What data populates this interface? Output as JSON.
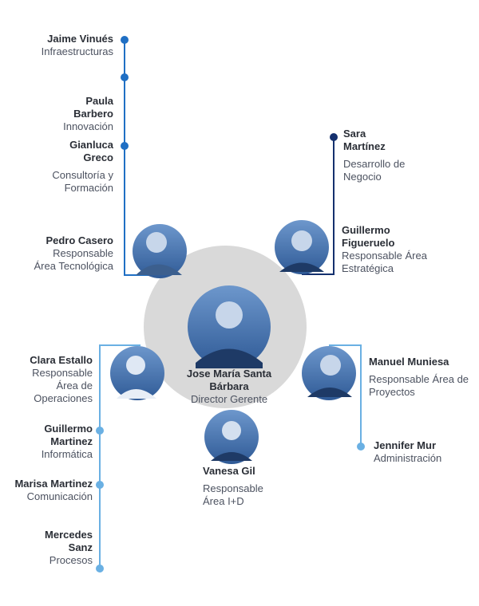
{
  "colors": {
    "blue": "#1f6fc4",
    "navy": "#14306e",
    "light_blue": "#6ab0e3",
    "circle_gray": "#d6d6d6",
    "photo_blue": "#4f7db8"
  },
  "people": {
    "jaime": {
      "name": "Jaime Vinués",
      "role": "Infraestructuras"
    },
    "paula": {
      "name": "Paula Barbero",
      "role": "Innovación"
    },
    "gianluca": {
      "name": "Gianluca Greco",
      "role": "Consultoría y Formación"
    },
    "pedro": {
      "name": "Pedro Casero",
      "role": "Responsable Área Tecnológica"
    },
    "sara": {
      "name": "Sara Martínez",
      "role": "Desarrollo de Negocio"
    },
    "guillermo_f": {
      "name": "Guillermo Figueruelo",
      "role": "Responsable Área Estratégica"
    },
    "jose": {
      "name": "Jose María Santa Bárbara",
      "role": "Director Gerente"
    },
    "clara": {
      "name": "Clara Estallo",
      "role": "Responsable Área de Operaciones"
    },
    "manuel": {
      "name": "Manuel Muniesa",
      "role": "Responsable Área de Proyectos"
    },
    "vanesa": {
      "name": "Vanesa Gil",
      "role": "Responsable Área I+D"
    },
    "jennifer": {
      "name": "Jennifer Mur",
      "role": "Administración"
    },
    "guillermo_m": {
      "name": "Guillermo Martinez",
      "role": "Informática"
    },
    "marisa": {
      "name": "Marisa Martinez",
      "role": "Comunicación"
    },
    "mercedes": {
      "name": "Mercedes Sanz",
      "role": "Procesos"
    }
  }
}
